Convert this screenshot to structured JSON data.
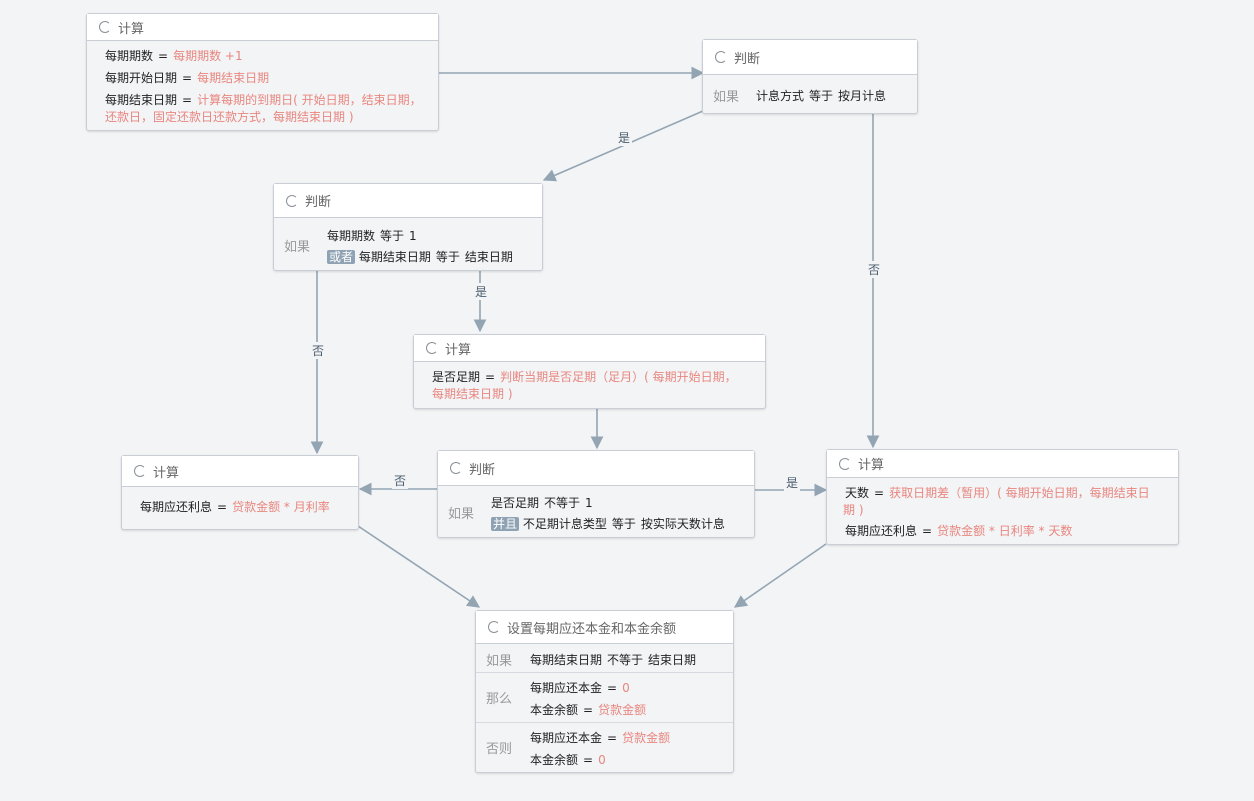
{
  "nodes": {
    "calc1": {
      "title": "计算",
      "l1_var": "每期期数",
      "l1_op": "=",
      "l1_val": "每期期数 +1",
      "l2_var": "每期开始日期",
      "l2_op": "=",
      "l2_val": "每期结束日期",
      "l3_var": "每期结束日期",
      "l3_op": "=",
      "l3_val_a": "计算每期的到期日( 开始日期，结束日期，",
      "l3_val_b": "还款日，固定还款日还款方式，每期结束日期 )"
    },
    "judge1": {
      "title": "判断",
      "if": "如果",
      "cond_var": "计息方式",
      "cond_op": "等于",
      "cond_val": "按月计息"
    },
    "judge2": {
      "title": "判断",
      "if": "如果",
      "c1_var": "每期期数",
      "c1_op": "等于",
      "c1_val": "1",
      "kw_or": "或者",
      "c2_var": "每期结束日期",
      "c2_op": "等于",
      "c2_val": "结束日期"
    },
    "calc2": {
      "title": "计算",
      "var": "是否足期",
      "op": "=",
      "val_a": "判断当期是否足期（足月）( 每期开始日期，",
      "val_b": "每期结束日期 )"
    },
    "calc3": {
      "title": "计算",
      "var": "每期应还利息",
      "op": "=",
      "val": "贷款金额 * 月利率"
    },
    "judge3": {
      "title": "判断",
      "if": "如果",
      "c1_var": "是否足期",
      "c1_op": "不等于",
      "c1_val": "1",
      "kw_and": "并且",
      "c2_var": "不足期计息类型",
      "c2_op": "等于",
      "c2_val": "按实际天数计息"
    },
    "calc4": {
      "title": "计算",
      "l1_var": "天数",
      "l1_op": "=",
      "l1_val_a": "获取日期差（暂用）( 每期开始日期，每期结束日",
      "l1_val_b": "期 )",
      "l2_var": "每期应还利息",
      "l2_op": "=",
      "l2_val": "贷款金额 * 日利率 * 天数"
    },
    "set1": {
      "title": "设置每期应还本金和本金余额",
      "if": "如果",
      "then": "那么",
      "else": "否则",
      "cond_var": "每期结束日期",
      "cond_op": "不等于",
      "cond_val": "结束日期",
      "t1_var": "每期应还本金",
      "t1_op": "=",
      "t1_val": "0",
      "t2_var": "本金余额",
      "t2_op": "=",
      "t2_val": "贷款金额",
      "e1_var": "每期应还本金",
      "e1_op": "=",
      "e1_val": "贷款金额",
      "e2_var": "本金余额",
      "e2_op": "=",
      "e2_val": "0"
    }
  },
  "edge_labels": {
    "j1_yes": "是",
    "j1_no": "否",
    "j2_yes": "是",
    "j2_no": "否",
    "j3_yes": "是",
    "j3_no": "否"
  },
  "colors": {
    "edge": "#93a5b3",
    "value": "#e8867f",
    "keyword_bg": "#8ea2b3"
  }
}
